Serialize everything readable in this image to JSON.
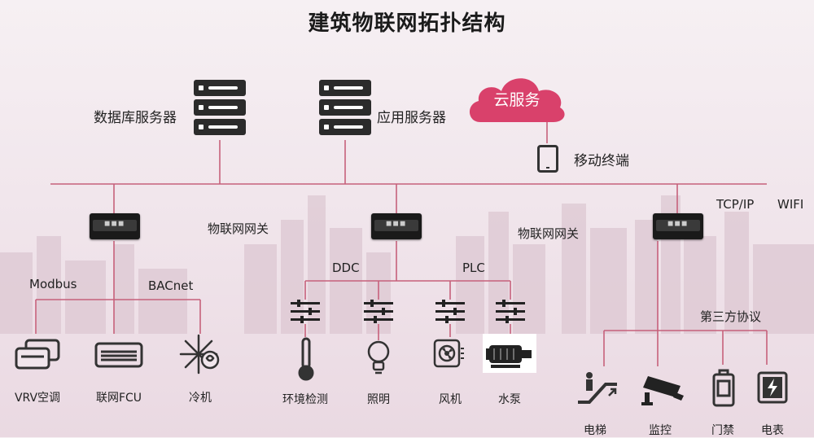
{
  "title": "建筑物联网拓扑结构",
  "servers": {
    "database": "数据库服务器",
    "application": "应用服务器"
  },
  "cloud": "云服务",
  "mobile": "移动终端",
  "gateways": {
    "left": "物联网网关",
    "middle": "物联网网关"
  },
  "protocols": {
    "tcpip": "TCP/IP",
    "wifi": "WIFI",
    "modbus": "Modbus",
    "bacnet": "BACnet",
    "ddc": "DDC",
    "plc": "PLC",
    "third_party": "第三方协议"
  },
  "devices": {
    "vrv": "VRV空调",
    "fcu": "联网FCU",
    "chiller": "冷机",
    "env": "环境检测",
    "lighting": "照明",
    "fan": "风机",
    "pump": "水泵",
    "elevator": "电梯",
    "camera": "监控",
    "access": "门禁",
    "meter": "电表"
  },
  "colors": {
    "line": "#c6617b",
    "cloud": "#d9416b",
    "icon": "#333333"
  },
  "icons": {
    "server": "server-rack-icon",
    "cloud": "cloud-icon",
    "mobile": "tablet-icon",
    "gateway": "gateway-device-icon",
    "controller": "slider-controller-icon"
  }
}
